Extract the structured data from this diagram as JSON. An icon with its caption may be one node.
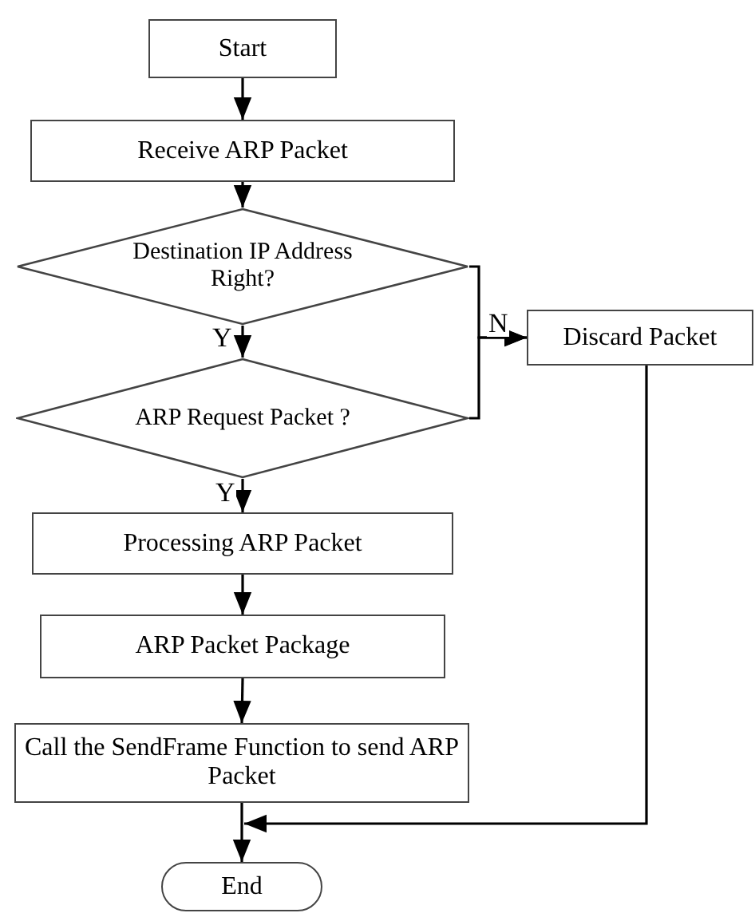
{
  "diagram": {
    "nodes": [
      {
        "text": [
          "Start"
        ]
      },
      {
        "text": [
          "Receive ARP Packet"
        ]
      },
      {
        "text": [
          "Destination IP Address Right?"
        ]
      },
      {
        "text": [
          "ARP Request Packet ?"
        ]
      },
      {
        "text": [
          "Discard Packet"
        ]
      },
      {
        "text": [
          "Processing ARP Packet"
        ]
      },
      {
        "text": [
          "ARP Packet Package"
        ]
      },
      {
        "text": [
          "Call the SendFrame Function to send ARP Packet"
        ]
      },
      {
        "text": [
          "End"
        ]
      }
    ],
    "edges": [
      {
        "from": 0,
        "to": 1,
        "arrow": "to"
      },
      {
        "from": 1,
        "to": 2,
        "arrow": "to"
      },
      {
        "from": 2,
        "to": 3,
        "arrow": "to",
        "label": "Y"
      },
      {
        "from": 3,
        "to": 5,
        "arrow": "to",
        "label": "Y"
      },
      {
        "from": 2,
        "to": 4,
        "arrow": "to",
        "label": "N"
      },
      {
        "from": 3,
        "to": 4,
        "arrow": "to"
      },
      {
        "from": 5,
        "to": 6,
        "arrow": "to"
      },
      {
        "from": 6,
        "to": 7,
        "arrow": "to"
      },
      {
        "from": 7,
        "to": 8,
        "arrow": "to"
      },
      {
        "from": 4,
        "to": 8,
        "arrow": "to"
      }
    ]
  }
}
